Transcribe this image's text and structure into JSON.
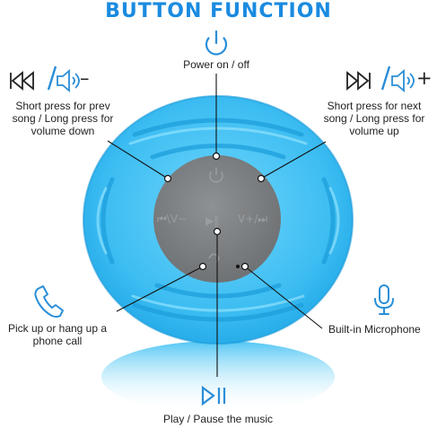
{
  "title": "BUTTON FUNCTION",
  "colors": {
    "title": "#1a8be0",
    "speaker_body": "#41c2f4",
    "speaker_ridge": "#1aa3e0",
    "control_panel": "#7f8284",
    "icon_accent": "#2a8ed8",
    "leader_line": "#111111"
  },
  "buttons": [
    {
      "id": "power",
      "icon": "power-icon",
      "label": "Power on / off"
    },
    {
      "id": "prev",
      "icon": "prev-track-volume-down-icon",
      "symbol": "–",
      "label_lines": [
        "Short press for prev",
        "song / Long press for",
        "volume down"
      ]
    },
    {
      "id": "next",
      "icon": "next-track-volume-up-icon",
      "symbol": "+",
      "label_lines": [
        "Short press for next",
        "song / Long press for",
        "volume up"
      ]
    },
    {
      "id": "call",
      "icon": "phone-icon",
      "label_lines": [
        "Pick up or hang up a",
        "phone call"
      ]
    },
    {
      "id": "mic",
      "icon": "microphone-icon",
      "label": "Built-in Microphone"
    },
    {
      "id": "play",
      "icon": "play-pause-icon",
      "label": "Play / Pause the music"
    }
  ],
  "panel_marks": {
    "left": "⏮\\V−",
    "right": "V+/⏭",
    "center": "▶‖"
  }
}
